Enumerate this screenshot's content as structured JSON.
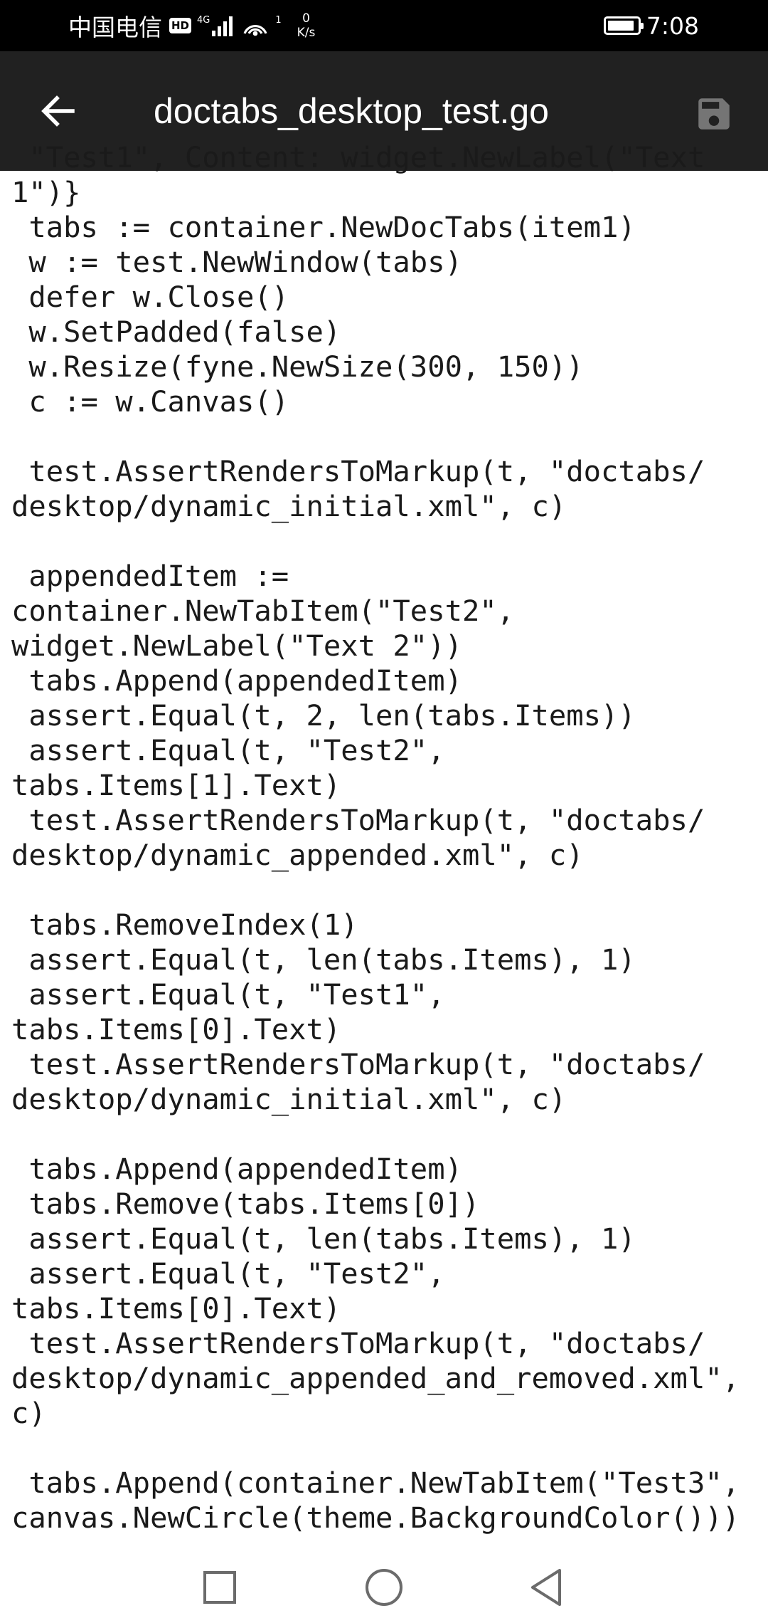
{
  "status_bar": {
    "carrier": "中国电信",
    "hd_badge": "HD",
    "network_type": "4G",
    "wifi_count": "1",
    "speed_value": "0",
    "speed_unit": "K/s",
    "time": "7:08",
    "battery_level": 0.9
  },
  "app_bar": {
    "title": "doctabs_desktop_test.go",
    "back_icon": "arrow-back-icon",
    "save_icon": "save-icon"
  },
  "code_lines": [
    " \"Test1\", Content: widget.NewLabel(\"Text",
    "1\")}",
    " tabs := container.NewDocTabs(item1)",
    " w := test.NewWindow(tabs)",
    " defer w.Close()",
    " w.SetPadded(false)",
    " w.Resize(fyne.NewSize(300, 150))",
    " c := w.Canvas()",
    "",
    " test.AssertRendersToMarkup(t, \"doctabs/",
    "desktop/dynamic_initial.xml\", c)",
    "",
    " appendedItem :=",
    "container.NewTabItem(\"Test2\",",
    "widget.NewLabel(\"Text 2\"))",
    " tabs.Append(appendedItem)",
    " assert.Equal(t, 2, len(tabs.Items))",
    " assert.Equal(t, \"Test2\",",
    "tabs.Items[1].Text)",
    " test.AssertRendersToMarkup(t, \"doctabs/",
    "desktop/dynamic_appended.xml\", c)",
    "",
    " tabs.RemoveIndex(1)",
    " assert.Equal(t, len(tabs.Items), 1)",
    " assert.Equal(t, \"Test1\",",
    "tabs.Items[0].Text)",
    " test.AssertRendersToMarkup(t, \"doctabs/",
    "desktop/dynamic_initial.xml\", c)",
    "",
    " tabs.Append(appendedItem)",
    " tabs.Remove(tabs.Items[0])",
    " assert.Equal(t, len(tabs.Items), 1)",
    " assert.Equal(t, \"Test2\",",
    "tabs.Items[0].Text)",
    " test.AssertRendersToMarkup(t, \"doctabs/",
    "desktop/dynamic_appended_and_removed.xml\",",
    "c)",
    "",
    " tabs.Append(container.NewTabItem(\"Test3\",",
    "canvas.NewCircle(theme.BackgroundColor()))"
  ],
  "nav_bar": {
    "recents_icon": "square-icon",
    "home_icon": "circle-icon",
    "back_icon": "triangle-back-icon"
  },
  "colors": {
    "status_bar": "#000000",
    "app_bar": "#212121",
    "code_background": "#ffffff",
    "code_text": "#1a1a1a",
    "save_icon": "#757575",
    "nav_icon": "#6b6b6b"
  }
}
